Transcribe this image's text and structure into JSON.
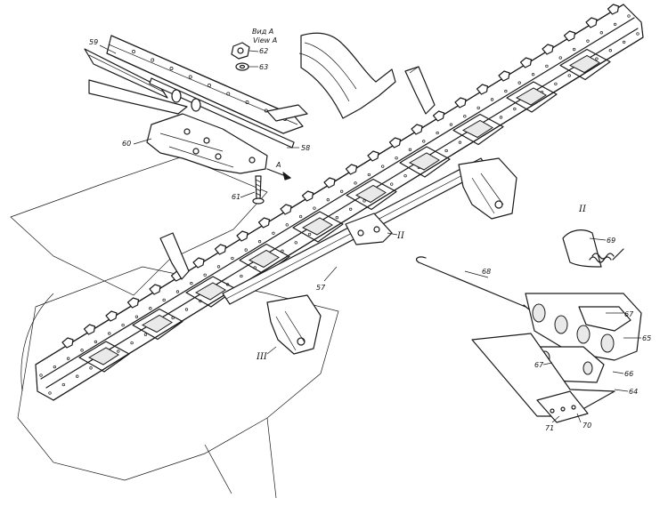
{
  "view_label": {
    "line1": "Вид А",
    "line2": "View A"
  },
  "arrow_label": "A",
  "detail_label": "II",
  "callouts": {
    "c59": "59",
    "c62": "62",
    "c63": "63",
    "c60": "60",
    "c58": "58",
    "c61": "61",
    "c57": "57",
    "c68": "68",
    "c69": "69",
    "c67a": "67",
    "c65": "65",
    "c67b": "67",
    "c66": "66",
    "c64": "64",
    "c71": "71",
    "c70": "70"
  },
  "section_marks": {
    "ii_main": "II",
    "iii_main": "III"
  }
}
